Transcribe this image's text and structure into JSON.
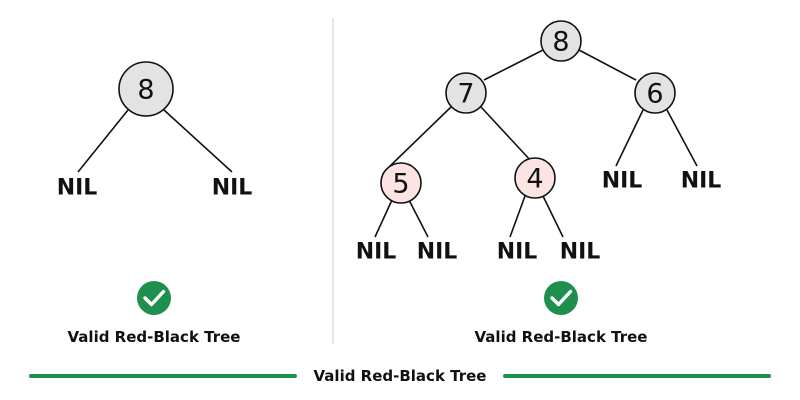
{
  "colors": {
    "black_node": "#e3e3e3",
    "red_node": "#fbe4e1",
    "accent_green": "#1e8f4e",
    "check_mark": "#ffffff",
    "divider": "#cfcfcf"
  },
  "left_tree": {
    "nodes": [
      {
        "id": "L8",
        "label": "8",
        "color": "black"
      }
    ],
    "nil_label": "NIL",
    "nils": [
      {
        "id": "L8-left",
        "parent": "L8"
      },
      {
        "id": "L8-right",
        "parent": "L8"
      }
    ],
    "status_icon": "check-circle-icon",
    "caption": "Valid Red-Black Tree"
  },
  "right_tree": {
    "nodes": [
      {
        "id": "R8",
        "label": "8",
        "color": "black",
        "parent": null
      },
      {
        "id": "R7",
        "label": "7",
        "color": "black",
        "parent": "R8"
      },
      {
        "id": "R6",
        "label": "6",
        "color": "black",
        "parent": "R8"
      },
      {
        "id": "R5",
        "label": "5",
        "color": "red",
        "parent": "R7"
      },
      {
        "id": "R4",
        "label": "4",
        "color": "red",
        "parent": "R7"
      }
    ],
    "nil_label": "NIL",
    "nils": [
      {
        "id": "R5-left",
        "parent": "R5"
      },
      {
        "id": "R5-right",
        "parent": "R5"
      },
      {
        "id": "R4-left",
        "parent": "R4"
      },
      {
        "id": "R4-right",
        "parent": "R4"
      },
      {
        "id": "R6-left",
        "parent": "R6"
      },
      {
        "id": "R6-right",
        "parent": "R6"
      }
    ],
    "status_icon": "check-circle-icon",
    "caption": "Valid Red-Black Tree"
  },
  "footer": {
    "label": "Valid Red-Black Tree"
  }
}
